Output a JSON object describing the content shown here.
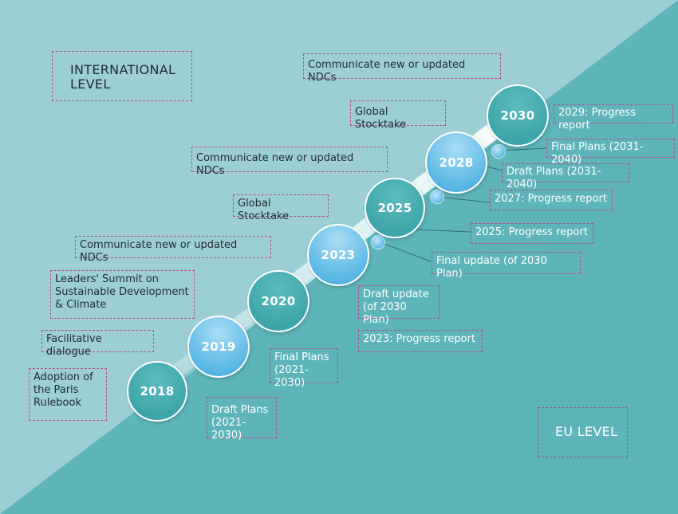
{
  "levels": {
    "international": "INTERNATIONAL\nLEVEL",
    "eu": "EU LEVEL"
  },
  "milestones": [
    "2018",
    "2019",
    "2020",
    "2023",
    "2025",
    "2028",
    "2030"
  ],
  "international_events": {
    "paris_rulebook": "Adoption of\nthe Paris\nRulebook",
    "facilitative_dialogue": "Facilitative dialogue",
    "leaders_summit": "Leaders' Summit on\nSustainable Development\n& Climate",
    "ndcs_2020": "Communicate new or updated NDCs",
    "stocktake_2023": "Global Stocktake",
    "ndcs_2025": "Communicate new or updated NDCs",
    "stocktake_2028": "Global Stocktake",
    "ndcs_2030": "Communicate new or updated NDCs"
  },
  "eu_events": {
    "draft_plans_2021": "Draft Plans\n(2021-2030)",
    "final_plans_2021": "Final Plans\n(2021-2030)",
    "draft_update_2030": "Draft update\n(of 2030 Plan)",
    "progress_2023": "2023: Progress report",
    "final_update_2030": "Final update (of 2030 Plan)",
    "progress_2025": "2025: Progress report",
    "progress_2027": "2027: Progress report",
    "draft_plans_2031": "Draft Plans (2031-2040)",
    "final_plans_2031": "Final Plans (2031-2040)",
    "progress_2029": "2029: Progress report"
  },
  "colors": {
    "international_bg": "#9ccfd3",
    "eu_bg": "#5db5b9",
    "box_border": "#b0508a",
    "circle_teal": "#3ea6aa",
    "circle_blue": "#5ab8e6"
  }
}
